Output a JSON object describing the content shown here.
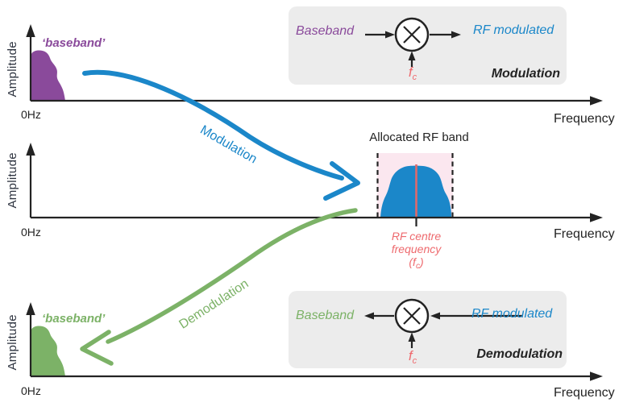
{
  "colors": {
    "purple": "#8a4a9b",
    "blue": "#1b87c9",
    "green": "#7cb267",
    "red_text": "#ee6a6e",
    "red_line": "#e0696b",
    "pink_band": "#fbe7ef",
    "box_gray": "#ececec",
    "axis_black": "#232323"
  },
  "charts": {
    "top": {
      "amplitude": "Amplitude",
      "zero": "0Hz",
      "frequency": "Frequency",
      "signal": "‘baseband’"
    },
    "middle": {
      "amplitude": "Amplitude",
      "zero": "0Hz",
      "frequency": "Frequency",
      "band_label": "Allocated RF band",
      "centre_line1": "RF centre",
      "centre_line2": "frequency",
      "centre_line3_pre": "(f",
      "centre_line3_sub": "c",
      "centre_line3_post": ")"
    },
    "bottom": {
      "amplitude": "Amplitude",
      "zero": "0Hz",
      "frequency": "Frequency",
      "signal": "‘baseband’"
    }
  },
  "flow": {
    "modulation": "Modulation",
    "demodulation": "Demodulation"
  },
  "mod_box": {
    "input": "Baseband",
    "output": "RF modulated",
    "carrier": "f",
    "carrier_sub": "c",
    "title": "Modulation"
  },
  "demod_box": {
    "output": "Baseband",
    "input": "RF modulated",
    "carrier": "f",
    "carrier_sub": "c",
    "title": "Demodulation"
  }
}
